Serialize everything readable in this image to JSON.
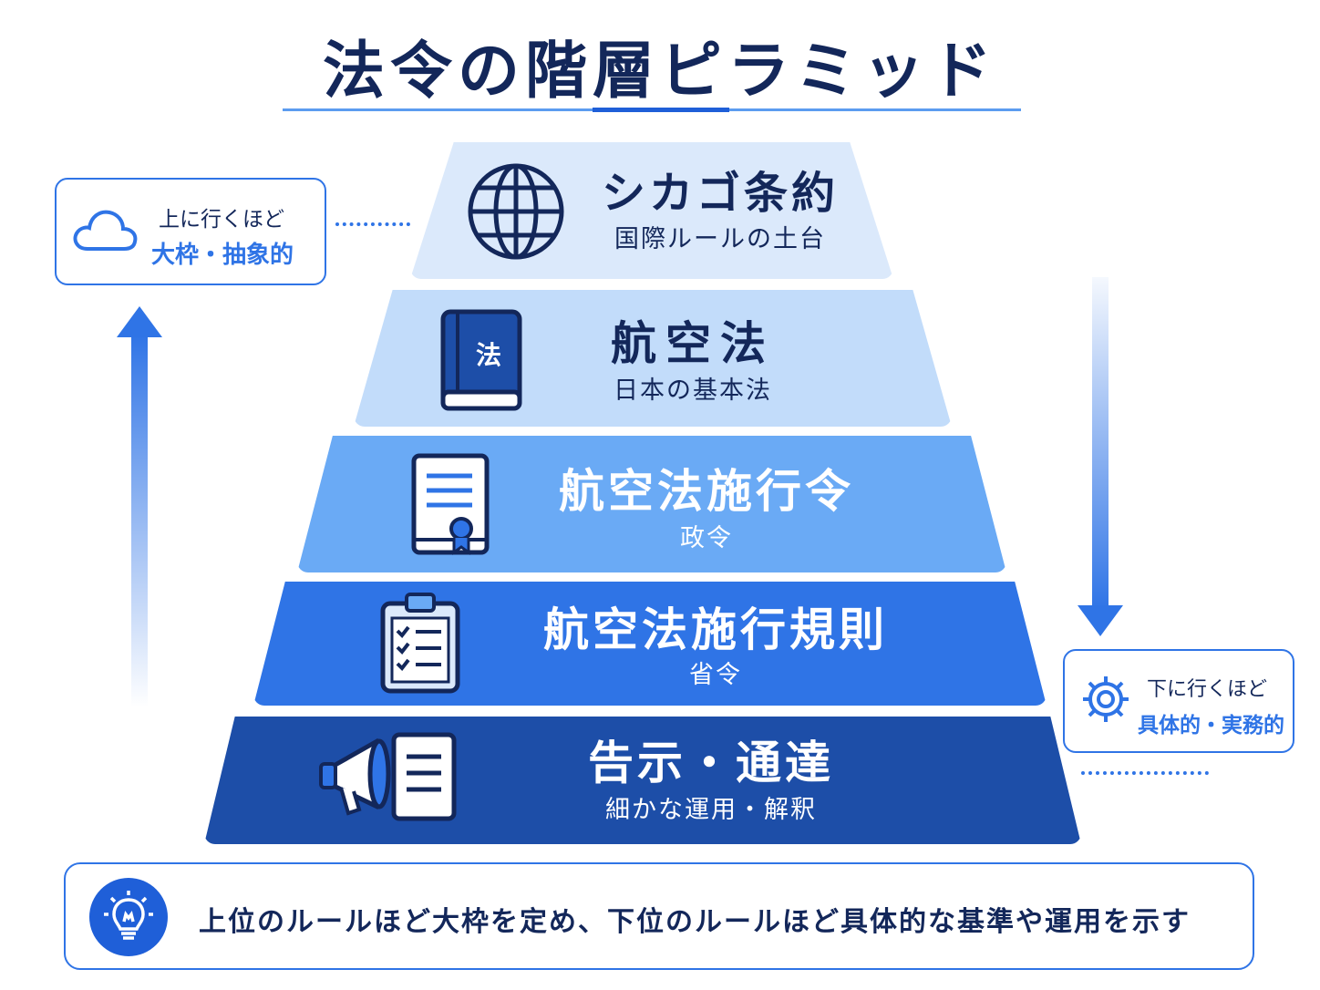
{
  "title": "法令の階層ピラミッド",
  "tiers": [
    {
      "name": "シカゴ条約",
      "desc": "国際ルールの土台",
      "icon": "globe-icon"
    },
    {
      "name": "航空法",
      "desc": "日本の基本法",
      "icon": "law-book-icon",
      "icon_label": "法"
    },
    {
      "name": "航空法施行令",
      "desc": "政令",
      "icon": "certificate-document-icon"
    },
    {
      "name": "航空法施行規則",
      "desc": "省令",
      "icon": "clipboard-checklist-icon"
    },
    {
      "name": "告示・通達",
      "desc": "細かな運用・解釈",
      "icon": "megaphone-document-icon"
    }
  ],
  "top_note": {
    "line1": "上に行くほど",
    "line2": "大枠・抽象的",
    "icon": "cloud-icon"
  },
  "bottom_note": {
    "line1": "下に行くほど",
    "line2": "具体的・実務的",
    "icon": "gear-icon"
  },
  "footer": {
    "text": "上位のルールほど大枠を定め、下位のルールほど具体的な基準や運用を示す",
    "icon": "lightbulb-icon"
  },
  "colors": {
    "navy": "#13275a",
    "accent": "#2f74e6",
    "tier1": "#dbe9fb",
    "tier2": "#c2dcfa",
    "tier3": "#6aaaf5",
    "tier4": "#2f74e6",
    "tier5": "#1d4ea8"
  }
}
